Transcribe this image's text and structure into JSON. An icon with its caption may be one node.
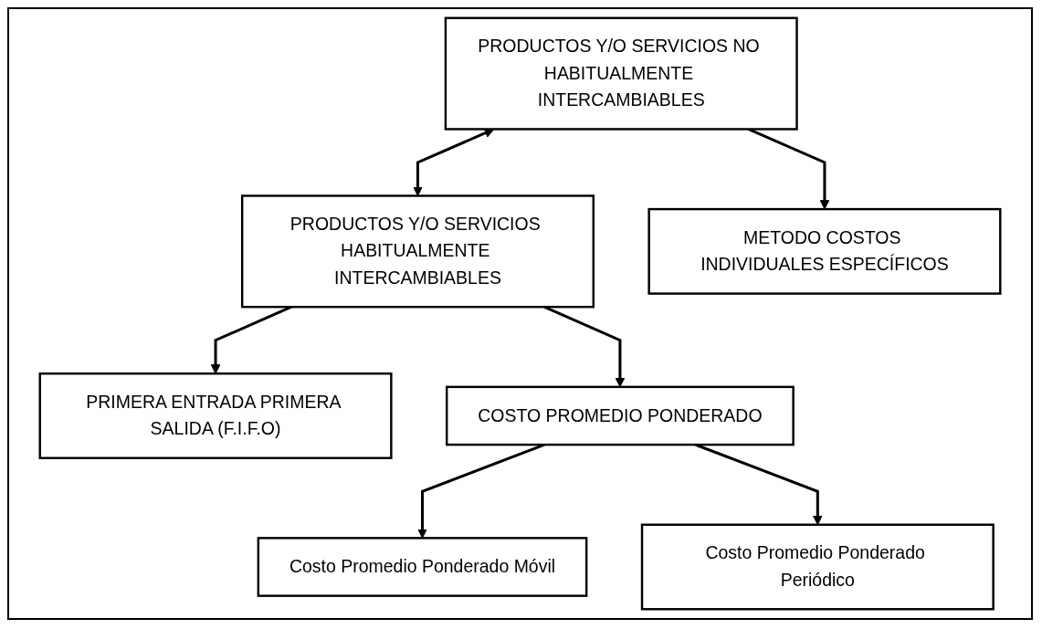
{
  "diagram": {
    "nodes": [
      {
        "text": [
          "PRODUCTOS Y/O SERVICIOS NO HABITUALMENTE INTERCAMBIABLES"
        ]
      },
      {
        "text": [
          "PRODUCTOS Y/O SERVICIOS HABITUALMENTE INTERCAMBIABLES"
        ]
      },
      {
        "text": [
          "METODO COSTOS INDIVIDUALES ESPECÍFICOS"
        ]
      },
      {
        "text": [
          "PRIMERA ENTRADA PRIMERA SALIDA (F.I.F.O)"
        ]
      },
      {
        "text": [
          "COSTO PROMEDIO PONDERADO"
        ]
      },
      {
        "text": [
          "Costo Promedio Ponderado Móvil"
        ]
      },
      {
        "text": [
          "Costo Promedio Ponderado Periódico"
        ]
      }
    ],
    "edges": [
      {
        "from": 0,
        "to": 1,
        "arrow": "both"
      },
      {
        "from": 0,
        "to": 2,
        "arrow": "to"
      },
      {
        "from": 1,
        "to": 3,
        "arrow": "to"
      },
      {
        "from": 1,
        "to": 4,
        "arrow": "to"
      },
      {
        "from": 4,
        "to": 5,
        "arrow": "to"
      },
      {
        "from": 4,
        "to": 6,
        "arrow": "to"
      }
    ]
  }
}
